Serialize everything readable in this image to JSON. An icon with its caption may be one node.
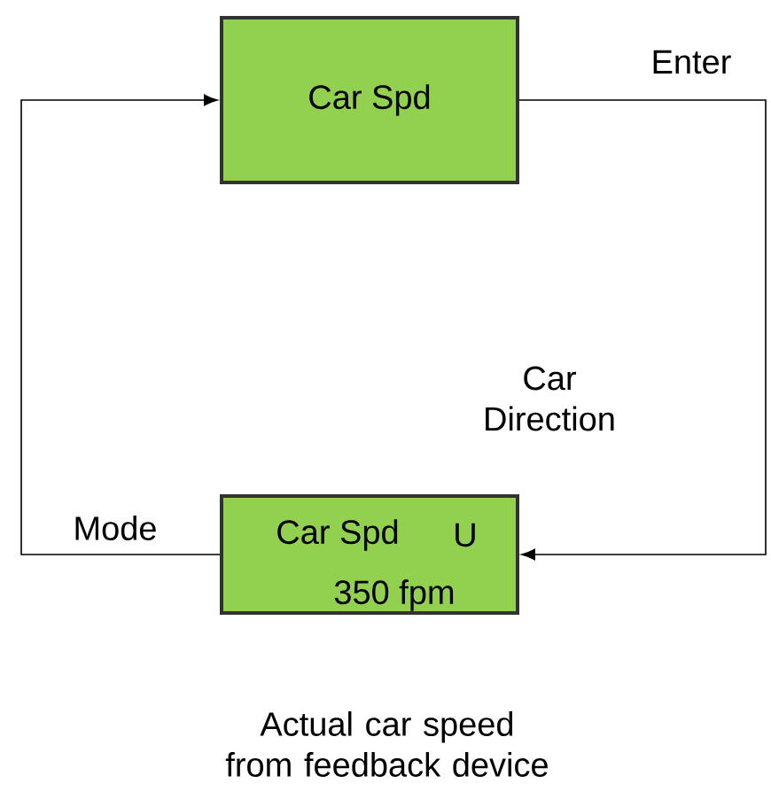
{
  "diagram": {
    "nodes": [
      {
        "text": [
          "Car Spd"
        ]
      },
      {
        "text": [
          "Car Spd",
          "U",
          "350 fpm"
        ],
        "beside": [
          "Actual car speed from feedback device"
        ]
      }
    ],
    "edges": [
      {
        "from": 0,
        "to": 1,
        "arrow": "to",
        "label": "Enter"
      },
      {
        "from": 1,
        "to": 0,
        "arrow": "to",
        "label": "Mode"
      }
    ],
    "labels": [
      "Car Direction"
    ]
  }
}
